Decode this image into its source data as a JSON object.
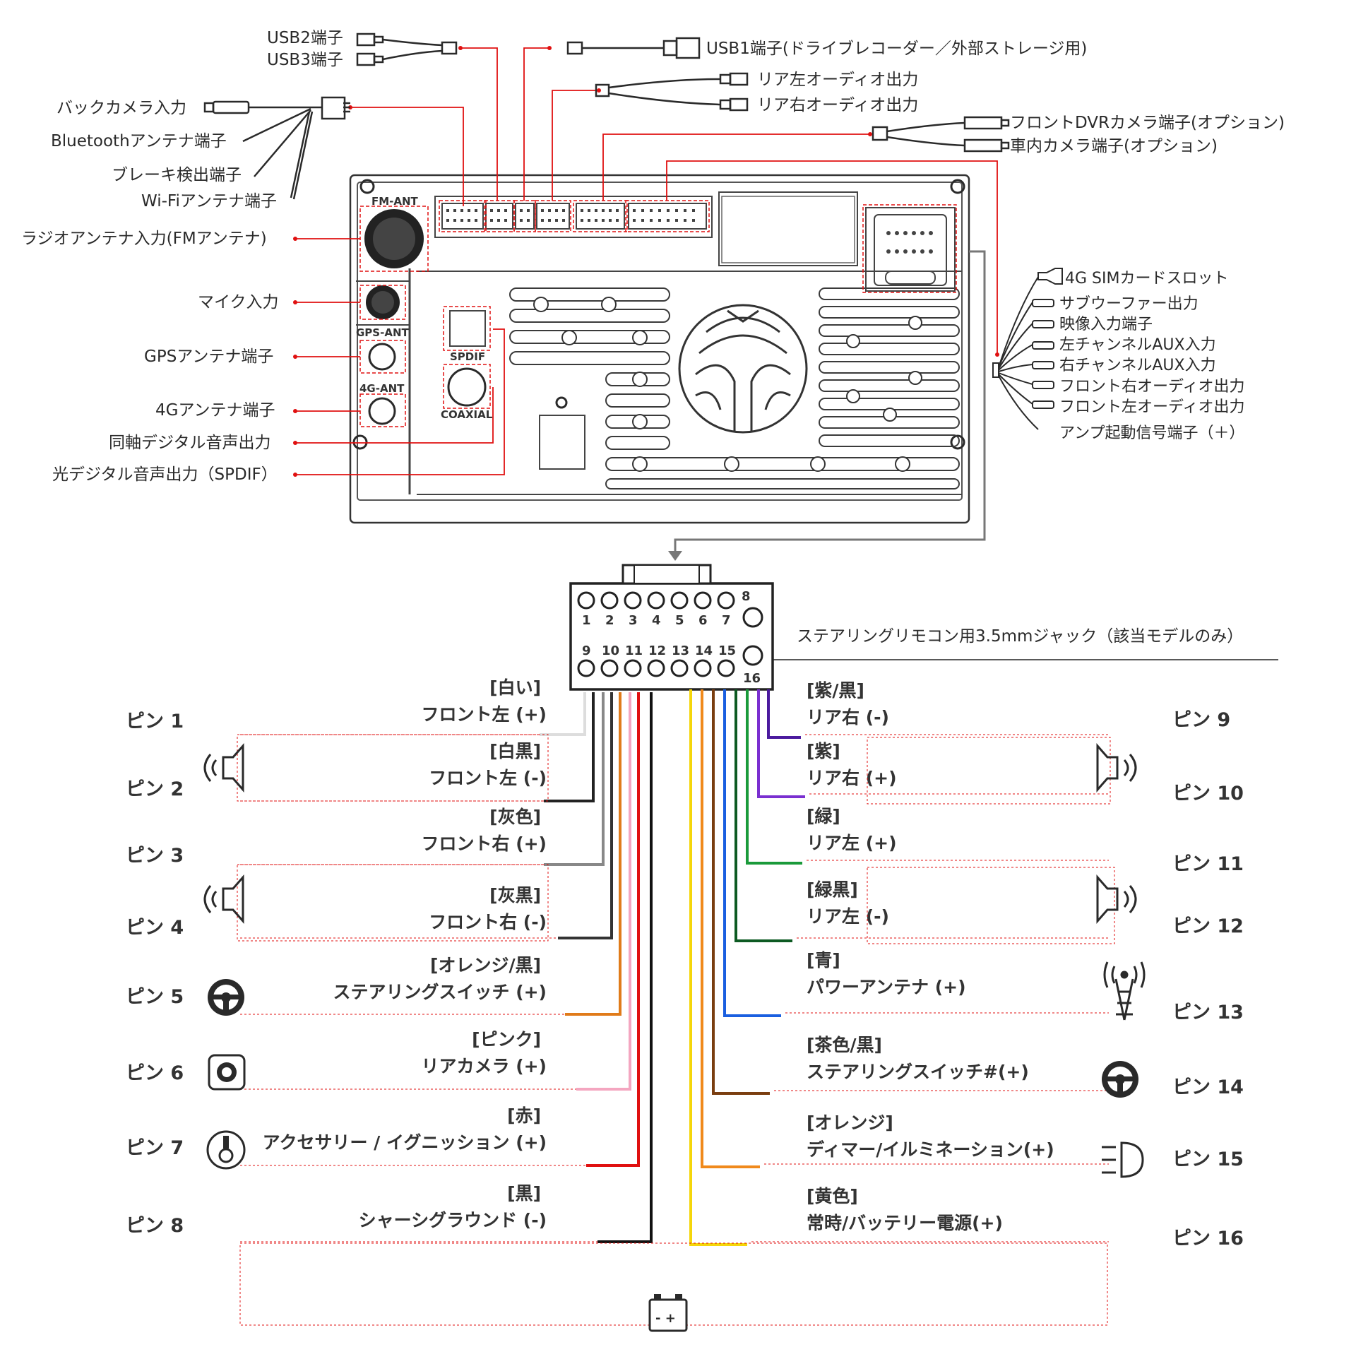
{
  "top_left_labels": {
    "usb2": "USB2端子",
    "usb3": "USB3端子",
    "back_camera": "バックカメラ入力",
    "bluetooth": "Bluetoothアンテナ端子",
    "brake": "ブレーキ検出端子",
    "wifi": "Wi-Fiアンテナ端子",
    "radio": "ラジオアンテナ入力(FMアンテナ)",
    "mic": "マイク入力",
    "gps": "GPSアンテナ端子",
    "ant4g": "4Gアンテナ端子",
    "coaxial_out": "同軸デジタル音声出力",
    "optical_out": "光デジタル音声出力（SPDIF）"
  },
  "top_right_labels": {
    "usb1": "USB1端子(ドライブレコーダー／外部ストレージ用)",
    "rear_left_audio": "リア左オーディオ出力",
    "rear_right_audio": "リア右オーディオ出力",
    "front_dvr": "フロントDVRカメラ端子(オプション)",
    "cabin_cam": "車内カメラ端子(オプション)"
  },
  "board_labels": {
    "fm_ant": "FM-ANT",
    "gps_ant": "GPS-ANT",
    "ant_4g": "4G-ANT",
    "spdif": "SPDIF",
    "coaxial": "COAXIAL"
  },
  "side_labels": {
    "sim": "4G SIMカードスロット",
    "subwoofer": "サブウーファー出力",
    "video_in": "映像入力端子",
    "aux_left": "左チャンネルAUX入力",
    "aux_right": "右チャンネルAUX入力",
    "front_right_out": "フロント右オーディオ出力",
    "front_left_out": "フロント左オーディオ出力",
    "amp": "アンプ起動信号端子（＋）"
  },
  "connector": {
    "pins_top": [
      "1",
      "2",
      "3",
      "4",
      "5",
      "6",
      "7"
    ],
    "pin8": "8",
    "pins_bottom": [
      "9",
      "10",
      "11",
      "12",
      "13",
      "14",
      "15"
    ],
    "pin16": "16",
    "steering_jack": "ステアリングリモコン用3.5mmジャック（該当モデルのみ）"
  },
  "left_pins": [
    {
      "pin": "ピン 1",
      "color_label": "[白い]",
      "function": "フロント左 (+)",
      "wire": "#dddddd"
    },
    {
      "pin": "ピン 2",
      "color_label": "[白黒]",
      "function": "フロント左 (-)",
      "wire": "#222222"
    },
    {
      "pin": "ピン 3",
      "color_label": "[灰色]",
      "function": "フロント右 (+)",
      "wire": "#888888"
    },
    {
      "pin": "ピン 4",
      "color_label": "[灰黒]",
      "function": "フロント右 (-)",
      "wire": "#333333"
    },
    {
      "pin": "ピン 5",
      "color_label": "[オレンジ/黒]",
      "function": "ステアリングスイッチ (+)",
      "wire": "#e07b1a"
    },
    {
      "pin": "ピン 6",
      "color_label": "[ピンク]",
      "function": "リアカメラ (+)",
      "wire": "#f4a6c0"
    },
    {
      "pin": "ピン 7",
      "color_label": "[赤]",
      "function": "アクセサリー / イグニッション (+)",
      "wire": "#e01010"
    },
    {
      "pin": "ピン 8",
      "color_label": "[黒]",
      "function": "シャーシグラウンド (-)",
      "wire": "#111111"
    }
  ],
  "right_pins": [
    {
      "pin": "ピン 9",
      "color_label": "[紫/黒]",
      "function": "リア右 (-)",
      "wire": "#4b1a9e"
    },
    {
      "pin": "ピン 10",
      "color_label": "[紫]",
      "function": "リア右 (+)",
      "wire": "#7a2fd0"
    },
    {
      "pin": "ピン 11",
      "color_label": "[緑]",
      "function": "リア左 (+)",
      "wire": "#1a9a3a"
    },
    {
      "pin": "ピン 12",
      "color_label": "[緑黒]",
      "function": "リア左 (-)",
      "wire": "#0d5a22"
    },
    {
      "pin": "ピン 13",
      "color_label": "[青]",
      "function": "パワーアンテナ (+)",
      "wire": "#1a5fe0"
    },
    {
      "pin": "ピン 14",
      "color_label": "[茶色/黒]",
      "function": "ステアリングスイッチ#(+)",
      "wire": "#7a3e10"
    },
    {
      "pin": "ピン 15",
      "color_label": "[オレンジ]",
      "function": "ディマー/イルミネーション(+)",
      "wire": "#f08a1c"
    },
    {
      "pin": "ピン 16",
      "color_label": "[黄色]",
      "function": "常時/バッテリー電源(+)",
      "wire": "#f5d60a"
    }
  ],
  "battery_icon_text": "- +",
  "accent": "#e01010"
}
